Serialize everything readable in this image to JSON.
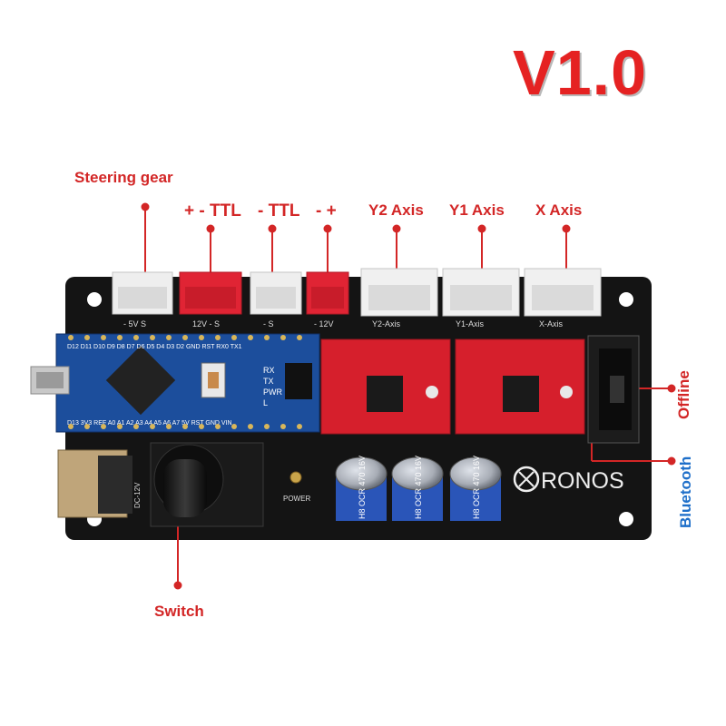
{
  "title": "V1.0",
  "labels": {
    "steering_gear": "Steering gear",
    "pm_ttl": "+ - TTL",
    "m_ttl": "- TTL",
    "mp": "- +",
    "y2_axis": "Y2 Axis",
    "y1_axis": "Y1 Axis",
    "x_axis": "X Axis",
    "offline": "Offline",
    "bluetooth": "Bluetooth",
    "switch": "Switch"
  },
  "board": {
    "brand": "RONOS",
    "power_label": "POWER",
    "silk_5v": "- 5V S",
    "silk_12v": "12V - S",
    "silk_ttl2": "- S",
    "silk_12v2": "- 12V",
    "silk_y2": "Y2-Axis",
    "silk_y1": "Y1-Axis",
    "silk_x": "X-Axis",
    "dc_label": "DC-12V",
    "nano_top_pins": "D12 D11 D10 D9 D8 D7 D6 D5 D4 D3 D2 GND RST RX0 TX1",
    "nano_bottom_pins": "D13 3V3 REF A0 A1 A2 A3 A4 A5 A6 A7 5V RST GND VIN",
    "led_rx": "RX",
    "led_tx": "TX",
    "led_pwr": "PWR",
    "led_l": "L",
    "cap_text": "H8 OCR 470 16V"
  },
  "colors": {
    "label_red": "#d32626",
    "label_blue": "#1e6fc9",
    "board": "#141414",
    "nano": "#1c4e9c",
    "driver": "#d61f2c",
    "connector_white": "#eeeeee",
    "connector_red": "#e02434",
    "capacitor": "#2a55b8"
  }
}
